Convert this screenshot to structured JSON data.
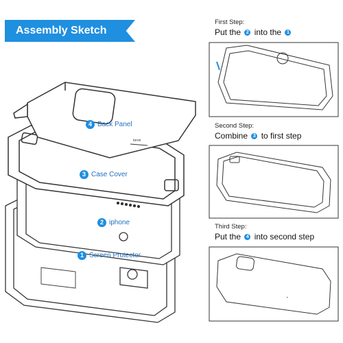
{
  "title": "Assembly Sketch",
  "layers": [
    {
      "num": "4",
      "label": "Back Panel"
    },
    {
      "num": "3",
      "label": "Case Cover"
    },
    {
      "num": "2",
      "label": "iphone"
    },
    {
      "num": "1",
      "label": "Screen Protector"
    }
  ],
  "steps": [
    {
      "caption": "First Step:",
      "pre": "Put the",
      "a": "2",
      "mid": "into the",
      "b": "1",
      "post": ""
    },
    {
      "caption": "Second Step:",
      "pre": "Combine",
      "a": "3",
      "mid": "to first step",
      "b": "",
      "post": ""
    },
    {
      "caption": "Third Step:",
      "pre": "Put the",
      "a": "4",
      "mid": "into second step",
      "b": "",
      "post": ""
    }
  ],
  "brand": "toron",
  "colors": {
    "accent": "#1f8fe0",
    "line": "#333333"
  }
}
